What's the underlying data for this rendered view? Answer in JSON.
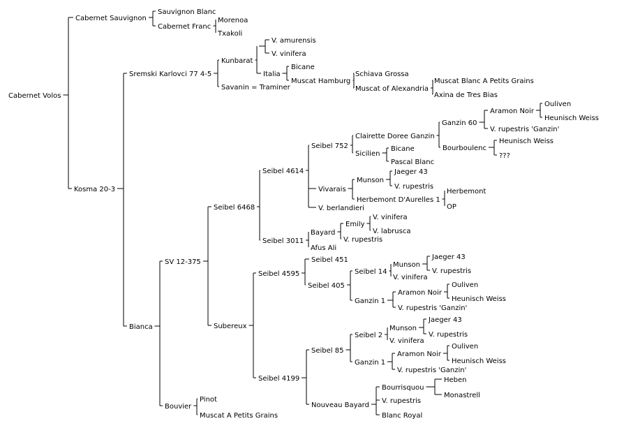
{
  "tree": {
    "label": "Cabernet Volos",
    "children": [
      {
        "label": "Cabernet Sauvignon",
        "children": [
          {
            "label": "Sauvignon Blanc"
          },
          {
            "label": "Cabernet Franc",
            "children": [
              {
                "label": "Morenoa"
              },
              {
                "label": "Txakoli"
              }
            ]
          }
        ]
      },
      {
        "label": "Kosma 20-3",
        "children": [
          {
            "label": "Sremski Karlovci 77 4-5",
            "children": [
              {
                "label": "Kunbarat",
                "children": [
                  {
                    "label": "",
                    "children": [
                      {
                        "label": "V. amurensis"
                      },
                      {
                        "label": "V. vinifera"
                      }
                    ]
                  },
                  {
                    "label": "Italia",
                    "children": [
                      {
                        "label": "Bicane"
                      },
                      {
                        "label": "Muscat Hamburg",
                        "children": [
                          {
                            "label": "Schiava Grossa"
                          },
                          {
                            "label": "Muscat of Alexandria",
                            "children": [
                              {
                                "label": "Muscat Blanc A Petits Grains"
                              },
                              {
                                "label": "Axina de Tres Bias"
                              }
                            ]
                          }
                        ]
                      }
                    ]
                  }
                ]
              },
              {
                "label": "Savanin = Traminer"
              }
            ]
          },
          {
            "label": "Bianca",
            "children": [
              {
                "label": "SV 12-375",
                "children": [
                  {
                    "label": "Seibel 6468",
                    "children": [
                      {
                        "label": "Seibel 4614",
                        "children": [
                          {
                            "label": "Seibel 752",
                            "children": [
                              {
                                "label": "Clairette Doree Ganzin",
                                "children": [
                                  {
                                    "label": "Ganzin 60",
                                    "children": [
                                      {
                                        "label": "Aramon Noir",
                                        "children": [
                                          {
                                            "label": "Ouliven"
                                          },
                                          {
                                            "label": "Heunisch Weiss"
                                          }
                                        ]
                                      },
                                      {
                                        "label": "V. rupestris 'Ganzin'"
                                      }
                                    ]
                                  },
                                  {
                                    "label": "Bourboulenc",
                                    "children": [
                                      {
                                        "label": "Heunisch Weiss"
                                      },
                                      {
                                        "label": "???"
                                      }
                                    ]
                                  }
                                ]
                              },
                              {
                                "label": "Sicilien",
                                "children": [
                                  {
                                    "label": "Bicane"
                                  },
                                  {
                                    "label": "Pascal Blanc"
                                  }
                                ]
                              }
                            ]
                          },
                          {
                            "label": "Vivarais",
                            "children": [
                              {
                                "label": "Munson",
                                "children": [
                                  {
                                    "label": "Jaeger 43"
                                  },
                                  {
                                    "label": "V. rupestris"
                                  }
                                ]
                              },
                              {
                                "label": "Herbemont D'Aurelles 1",
                                "children": [
                                  {
                                    "label": "Herbemont"
                                  },
                                  {
                                    "label": "OP"
                                  }
                                ]
                              }
                            ]
                          },
                          {
                            "label": "V. berlandieri"
                          }
                        ]
                      },
                      {
                        "label": "Seibel 3011",
                        "children": [
                          {
                            "label": "Bayard",
                            "children": [
                              {
                                "label": "Emily",
                                "children": [
                                  {
                                    "label": "V. vinifera"
                                  },
                                  {
                                    "label": "V. labrusca"
                                  }
                                ]
                              },
                              {
                                "label": "V. rupestris"
                              }
                            ]
                          },
                          {
                            "label": "Afus Ali"
                          }
                        ]
                      }
                    ]
                  },
                  {
                    "label": "Subereux",
                    "children": [
                      {
                        "label": "Seibel 4595",
                        "children": [
                          {
                            "label": "Seibel 451"
                          },
                          {
                            "label": "Seibel 405",
                            "children": [
                              {
                                "label": "Seibel 14",
                                "children": [
                                  {
                                    "label": "Munson",
                                    "children": [
                                      {
                                        "label": "Jaeger 43"
                                      },
                                      {
                                        "label": "V. rupestris"
                                      }
                                    ]
                                  },
                                  {
                                    "label": "V. vinifera"
                                  }
                                ]
                              },
                              {
                                "label": "Ganzin 1",
                                "children": [
                                  {
                                    "label": "Aramon Noir",
                                    "children": [
                                      {
                                        "label": "Ouliven"
                                      },
                                      {
                                        "label": "Heunisch Weiss"
                                      }
                                    ]
                                  },
                                  {
                                    "label": "V. rupestris 'Ganzin'"
                                  }
                                ]
                              }
                            ]
                          }
                        ]
                      },
                      {
                        "label": "Seibel 4199",
                        "children": [
                          {
                            "label": "Seibel 85",
                            "children": [
                              {
                                "label": "Seibel 2",
                                "children": [
                                  {
                                    "label": "Munson",
                                    "children": [
                                      {
                                        "label": "Jaeger 43"
                                      },
                                      {
                                        "label": "V. rupestris"
                                      }
                                    ]
                                  },
                                  {
                                    "label": "V. vinifera"
                                  }
                                ]
                              },
                              {
                                "label": "Ganzin 1",
                                "children": [
                                  {
                                    "label": "Aramon Noir",
                                    "children": [
                                      {
                                        "label": "Ouliven"
                                      },
                                      {
                                        "label": "Heunisch Weiss"
                                      }
                                    ]
                                  },
                                  {
                                    "label": "V. rupestris 'Ganzin'"
                                  }
                                ]
                              }
                            ]
                          },
                          {
                            "label": "Nouveau Bayard",
                            "children": [
                              {
                                "label": "Bourrisquou",
                                "children": [
                                  {
                                    "label": "Heben"
                                  },
                                  {
                                    "label": "Monastrell"
                                  }
                                ]
                              },
                              {
                                "label": "V. rupestris"
                              },
                              {
                                "label": "Blanc Royal"
                              }
                            ]
                          }
                        ]
                      }
                    ]
                  }
                ]
              },
              {
                "label": "Bouvier",
                "children": [
                  {
                    "label": "Pinot"
                  },
                  {
                    "label": "Muscat A Petits Grains"
                  }
                ]
              }
            ]
          }
        ]
      }
    ]
  }
}
